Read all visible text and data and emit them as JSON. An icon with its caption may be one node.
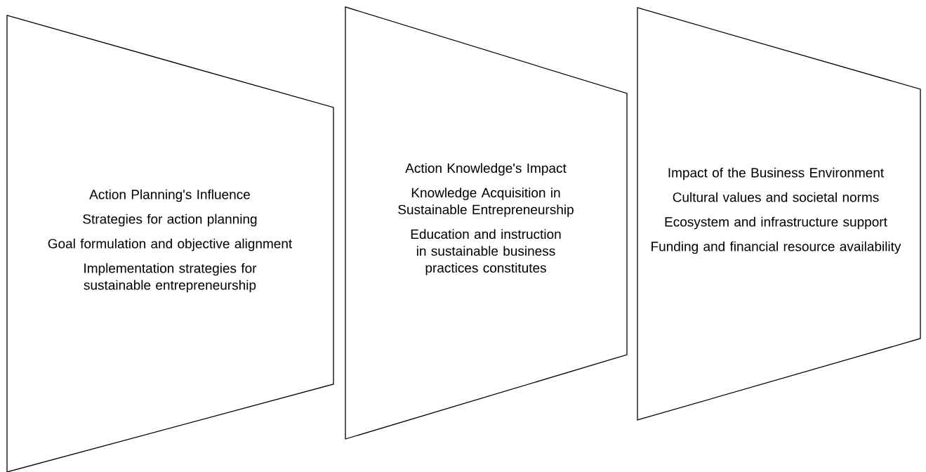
{
  "diagram": {
    "nodes": [
      {
        "text": [
          "Action Planning's Influence",
          "Strategies for action planning",
          "Goal formulation and objective alignment",
          "Implementation strategies for sustainable entrepreneurship"
        ]
      },
      {
        "text": [
          "Action Knowledge's Impact",
          "Knowledge Acquisition in Sustainable Entrepreneurship",
          "Education and instruction in sustainable business practices constitutes"
        ]
      },
      {
        "text": [
          "Impact of the Business Environment",
          "Cultural values and societal norms",
          "Ecosystem and infrastructure support",
          "Funding and financial resource availability"
        ]
      }
    ]
  }
}
